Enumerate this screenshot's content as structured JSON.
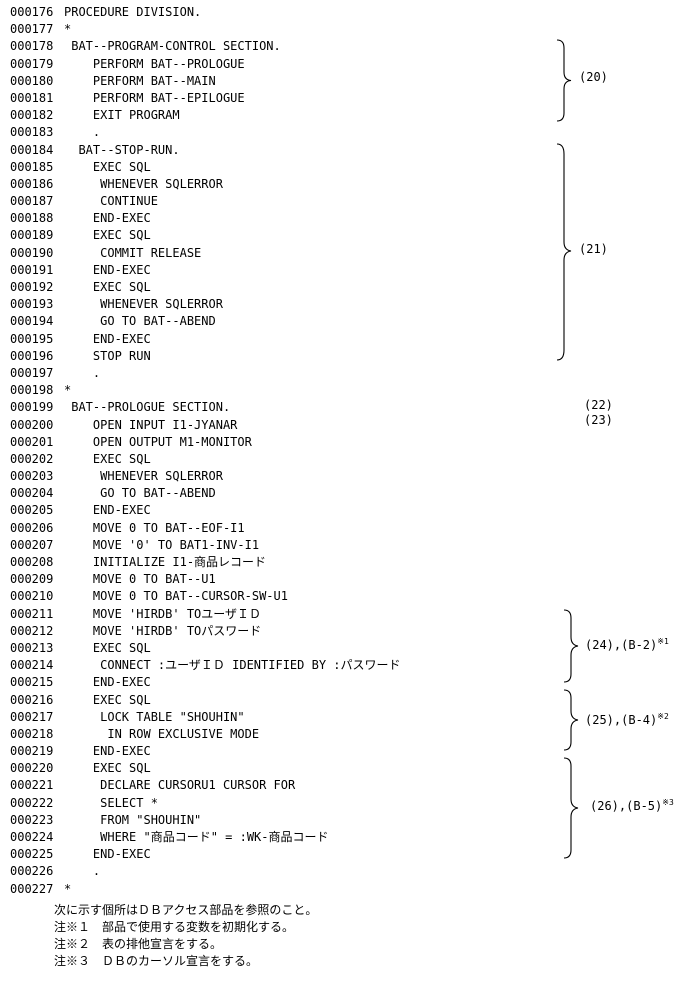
{
  "lines": [
    {
      "num": "000176",
      "code": "PROCEDURE DIVISION."
    },
    {
      "num": "000177",
      "code": "*"
    },
    {
      "num": "000178",
      "code": " BAT--PROGRAM-CONTROL SECTION."
    },
    {
      "num": "000179",
      "code": "    PERFORM BAT--PROLOGUE"
    },
    {
      "num": "000180",
      "code": "    PERFORM BAT--MAIN"
    },
    {
      "num": "000181",
      "code": "    PERFORM BAT--EPILOGUE"
    },
    {
      "num": "000182",
      "code": "    EXIT PROGRAM"
    },
    {
      "num": "000183",
      "code": "    ."
    },
    {
      "num": "000184",
      "code": "  BAT--STOP-RUN."
    },
    {
      "num": "000185",
      "code": "    EXEC SQL"
    },
    {
      "num": "000186",
      "code": "     WHENEVER SQLERROR"
    },
    {
      "num": "000187",
      "code": "     CONTINUE"
    },
    {
      "num": "000188",
      "code": "    END-EXEC"
    },
    {
      "num": "000189",
      "code": "    EXEC SQL"
    },
    {
      "num": "000190",
      "code": "     COMMIT RELEASE"
    },
    {
      "num": "000191",
      "code": "    END-EXEC"
    },
    {
      "num": "000192",
      "code": "    EXEC SQL"
    },
    {
      "num": "000193",
      "code": "     WHENEVER SQLERROR"
    },
    {
      "num": "000194",
      "code": "     GO TO BAT--ABEND"
    },
    {
      "num": "000195",
      "code": "    END-EXEC"
    },
    {
      "num": "000196",
      "code": "    STOP RUN"
    },
    {
      "num": "000197",
      "code": "    ."
    },
    {
      "num": "000198",
      "code": "*"
    },
    {
      "num": "000199",
      "code": " BAT--PROLOGUE SECTION."
    },
    {
      "num": "000200",
      "code": "    OPEN INPUT I1-JYANAR"
    },
    {
      "num": "000201",
      "code": "    OPEN OUTPUT M1-MONITOR"
    },
    {
      "num": "000202",
      "code": "    EXEC SQL"
    },
    {
      "num": "000203",
      "code": "     WHENEVER SQLERROR"
    },
    {
      "num": "000204",
      "code": "     GO TO BAT--ABEND"
    },
    {
      "num": "000205",
      "code": "    END-EXEC"
    },
    {
      "num": "000206",
      "code": "    MOVE 0 TO BAT--EOF-I1"
    },
    {
      "num": "000207",
      "code": "    MOVE '0' TO BAT1-INV-I1"
    },
    {
      "num": "000208",
      "code": "    INITIALIZE I1-商品レコード"
    },
    {
      "num": "000209",
      "code": "    MOVE 0 TO BAT--U1"
    },
    {
      "num": "000210",
      "code": "    MOVE 0 TO BAT--CURSOR-SW-U1"
    },
    {
      "num": "000211",
      "code": "    MOVE 'HIRDB' TOユーザＩＤ"
    },
    {
      "num": "000212",
      "code": "    MOVE 'HIRDB' TOパスワード"
    },
    {
      "num": "000213",
      "code": "    EXEC SQL"
    },
    {
      "num": "000214",
      "code": "     CONNECT :ユーザＩＤ IDENTIFIED BY :パスワード"
    },
    {
      "num": "000215",
      "code": "    END-EXEC"
    },
    {
      "num": "000216",
      "code": "    EXEC SQL"
    },
    {
      "num": "000217",
      "code": "     LOCK TABLE \"SHOUHIN\""
    },
    {
      "num": "000218",
      "code": "      IN ROW EXCLUSIVE MODE"
    },
    {
      "num": "000219",
      "code": "    END-EXEC"
    },
    {
      "num": "000220",
      "code": "    EXEC SQL"
    },
    {
      "num": "000221",
      "code": "     DECLARE CURSORU1 CURSOR FOR"
    },
    {
      "num": "000222",
      "code": "     SELECT *"
    },
    {
      "num": "000223",
      "code": "     FROM \"SHOUHIN\""
    },
    {
      "num": "000224",
      "code": "     WHERE \"商品コード\" = :WK-商品コード"
    },
    {
      "num": "000225",
      "code": "    END-EXEC"
    },
    {
      "num": "000226",
      "code": "    ."
    },
    {
      "num": "000227",
      "code": "*"
    }
  ],
  "annotations": {
    "a20": {
      "label": "(20)",
      "sup": ""
    },
    "a21": {
      "label": "(21)",
      "sup": ""
    },
    "a22": {
      "label": "(22)",
      "sup": ""
    },
    "a23": {
      "label": "(23)",
      "sup": ""
    },
    "a24": {
      "label": "(24),(B-2)",
      "sup": "※1"
    },
    "a25": {
      "label": "(25),(B-4)",
      "sup": "※2"
    },
    "a26": {
      "label": "(26),(B-5)",
      "sup": "※3"
    }
  },
  "footer": {
    "intro": "次に示す個所はＤＢアクセス部品を参照のこと。",
    "note1": "注※１　部品で使用する変数を初期化する。",
    "note2": "注※２　表の排他宣言をする。",
    "note3": "注※３　ＤＢのカーソル宣言をする。"
  }
}
